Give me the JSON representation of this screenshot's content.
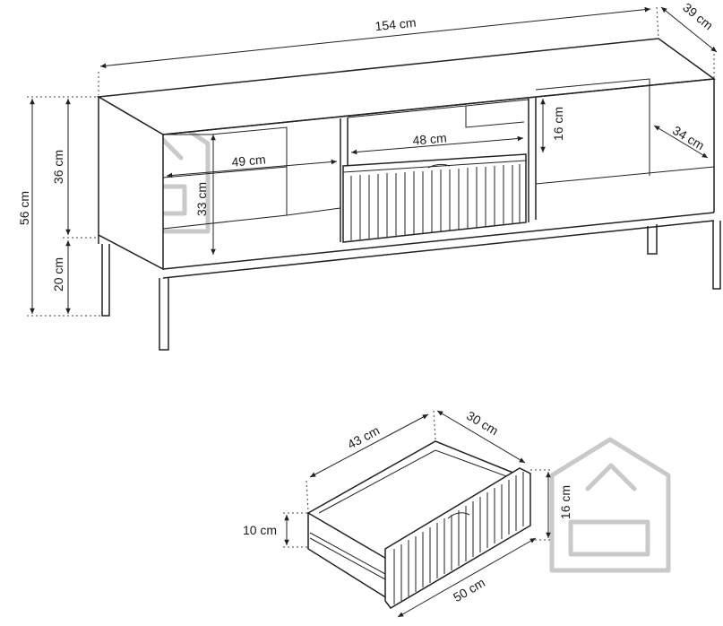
{
  "labels": {
    "total_width": "154 cm",
    "depth": "39 cm",
    "total_height": "56 cm",
    "body_height": "36 cm",
    "leg_height": "20 cm",
    "side_shelf_width": "49 cm",
    "shelf_height": "33 cm",
    "drawer_width": "48 cm",
    "niche_height": "16 cm",
    "inner_depth": "34 cm",
    "drawer_inner_width": "43 cm",
    "drawer_inner_depth": "30 cm",
    "drawer_front_height": "16 cm",
    "drawer_side_height": "10 cm",
    "drawer_front_width": "50 cm"
  }
}
